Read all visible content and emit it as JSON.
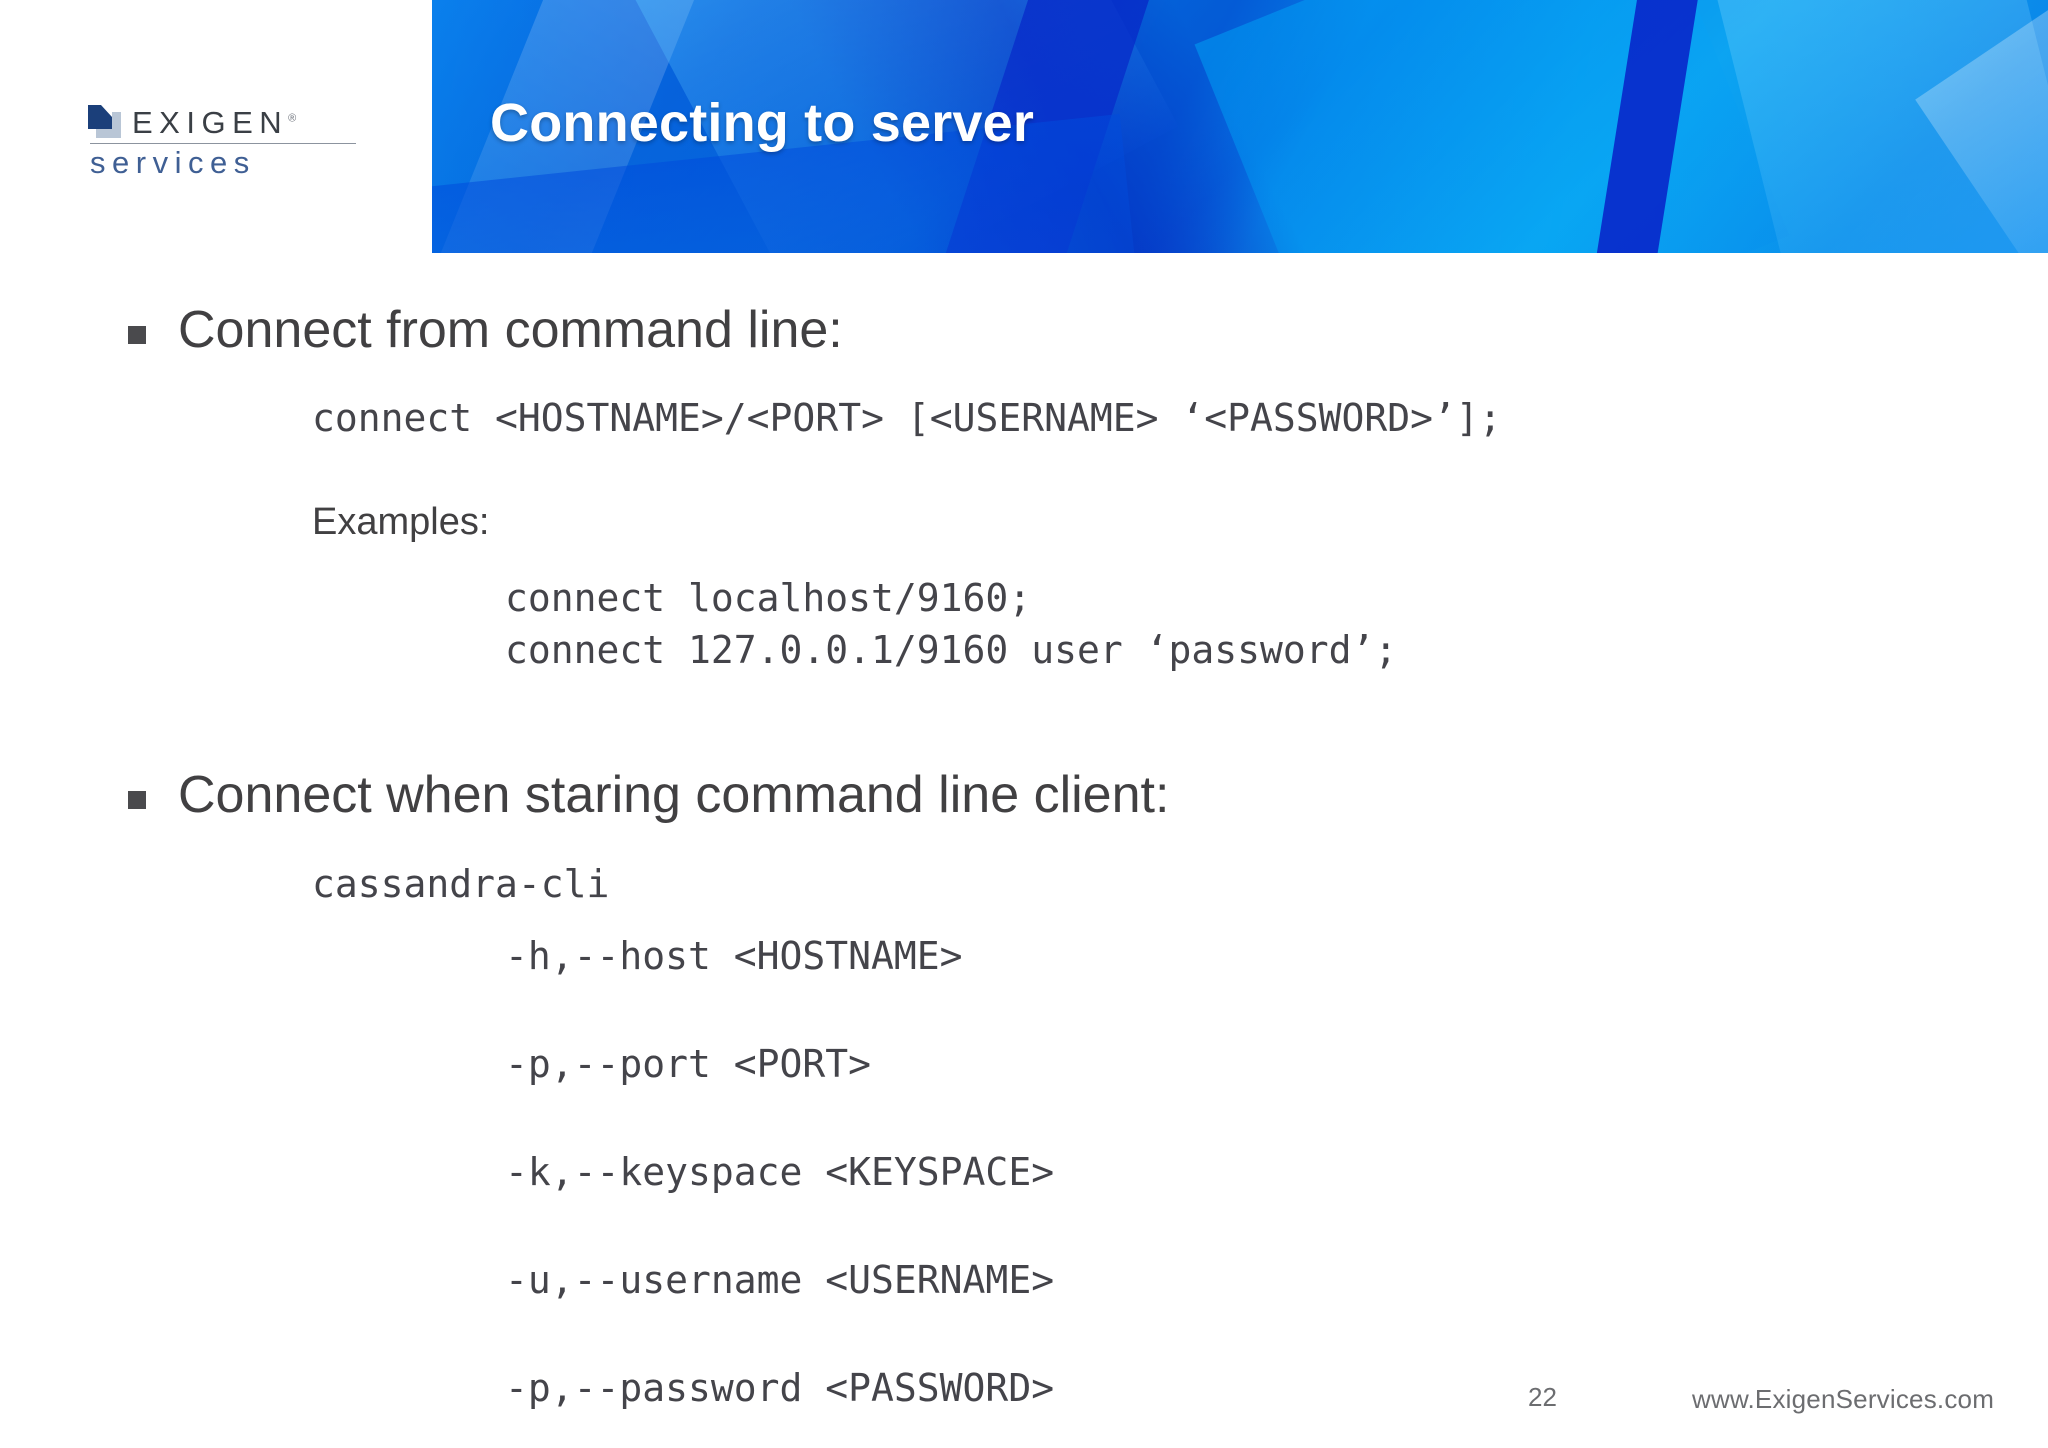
{
  "brand": {
    "logo_word": "EXIGEN",
    "logo_registered": "®",
    "logo_sub": "services"
  },
  "header": {
    "title": "Connecting to server"
  },
  "body": {
    "bullets": [
      {
        "label": "Connect from command line:",
        "syntax": "connect <HOSTNAME>/<PORT> [<USERNAME> ‘<PASSWORD>’];",
        "examples_label": "Examples:",
        "examples": [
          "connect localhost/9160;",
          "connect 127.0.0.1/9160 user ‘password’;"
        ]
      },
      {
        "label": "Connect when staring command line client:",
        "command": "cassandra-cli",
        "options": [
          "-h,--host <HOSTNAME>",
          "-p,--port <PORT>",
          "-k,--keyspace <KEYSPACE>",
          "-u,--username <USERNAME>",
          "-p,--password <PASSWORD>"
        ]
      }
    ]
  },
  "footer": {
    "page_number": "22",
    "url": "www.ExigenServices.com"
  },
  "colors": {
    "banner_blue": "#0b57d8",
    "text_gray": "#414042",
    "logo_navy": "#1b3f7a",
    "logo_sub_blue": "#3f5f94"
  }
}
